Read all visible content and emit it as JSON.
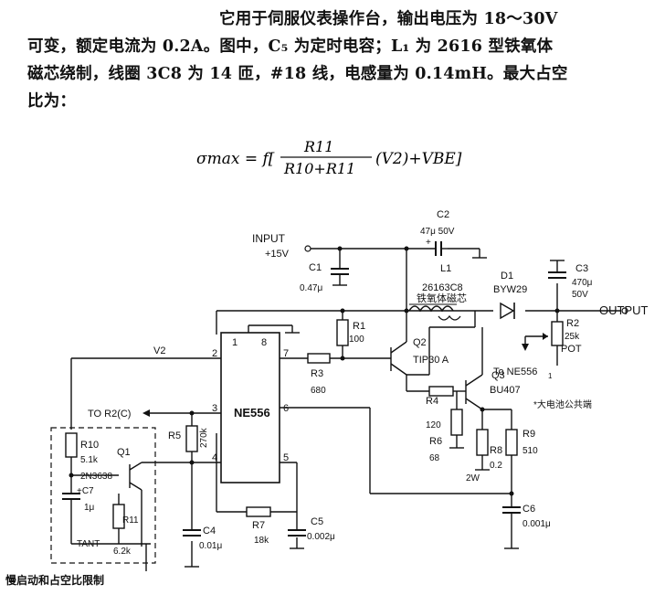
{
  "text": {
    "line1": "它用于伺服仪表操作台，输出电压为 18～30V",
    "line2": "可变，额定电流为 0.2A。图中，C₅ 为定时电容；L₁ 为 2616 型铁氧体",
    "line3": "磁芯绕制，线圈 3C8 为 14 匝，#18 线，电感量为 0.14mH。最大占空",
    "line4": "比为："
  },
  "formula": {
    "lhs": "σmax = f[",
    "numerator": "R11",
    "denominator": "R10+R11",
    "rest": "(V2)+VBE]"
  },
  "circuit": {
    "input_label": "INPUT",
    "input_voltage": "+15V",
    "c1": "C1",
    "c1_value": "0.47μ",
    "c2": "C2",
    "c2_value": "47μ  50V",
    "c2_plus": "+",
    "l1": "L1",
    "l1_value": "26163C8",
    "l1_core": "铁氧体磁芯",
    "d1": "D1",
    "d1_value": "BYW29",
    "c3": "C3",
    "c3_value1": "470μ",
    "c3_value2": "50V",
    "output_label": "OUTPUT",
    "r2": "R2",
    "r2_value": "25k",
    "r2_pot": "POT",
    "ic_name": "NE556",
    "pin1": "1",
    "pin2": "2",
    "pin3": "3",
    "pin4": "4",
    "pin5": "5",
    "pin6": "6",
    "pin7": "7",
    "pin8": "8",
    "v2": "V2",
    "r1": "R1",
    "r1_value": "100",
    "r3": "R3",
    "r3_value": "680",
    "q2": "Q2",
    "q2_value": "TIP30 A",
    "q3": "Q3",
    "q3_value": "BU407",
    "to_ne": "To NE556",
    "to_ne_pin": "1",
    "common_note": "*大电池公共端",
    "r4": "R4",
    "r4_value": "120",
    "r6": "R6",
    "r6_value": "68",
    "r8": "R8",
    "r8_value": "0.2",
    "r8_power": "2W",
    "r9": "R9",
    "r9_value": "510",
    "c6": "C6",
    "c6_value": "0.001μ",
    "to_r2": "TO R2(C)",
    "r5": "R5",
    "r5_value": "270k",
    "r10": "R10",
    "r10_value": "5.1k",
    "q1": "Q1",
    "q1_value": "2N3638",
    "c7": "+C7",
    "c7_value": "1μ",
    "r11": "R11",
    "r11_value": "6.2k",
    "tant": "TANT",
    "c4": "C4",
    "c4_value": "0.01μ",
    "r7": "R7",
    "r7_value": "18k",
    "c5": "C5",
    "c5_value": "0.002μ"
  },
  "caption": "慢启动和占空比限制"
}
